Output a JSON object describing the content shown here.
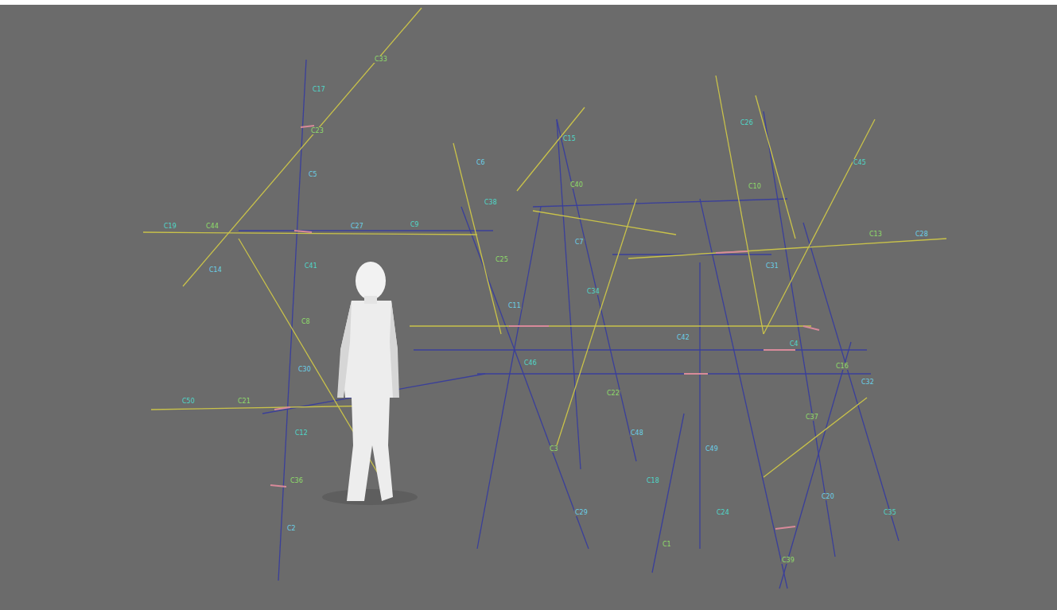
{
  "diagram": {
    "labels": [
      "C17",
      "C23",
      "C5",
      "C41",
      "C8",
      "C30",
      "C12",
      "C36",
      "C2",
      "C19",
      "C44",
      "C27",
      "C9",
      "C33",
      "C14",
      "C50",
      "C21",
      "C6",
      "C38",
      "C25",
      "C11",
      "C46",
      "C3",
      "C29",
      "C15",
      "C40",
      "C7",
      "C34",
      "C22",
      "C48",
      "C18",
      "C1",
      "C42",
      "C26",
      "C10",
      "C31",
      "C4",
      "C37",
      "C20",
      "C45",
      "C13",
      "C28",
      "C35",
      "C16",
      "C49",
      "C24",
      "C39",
      "C32"
    ]
  }
}
